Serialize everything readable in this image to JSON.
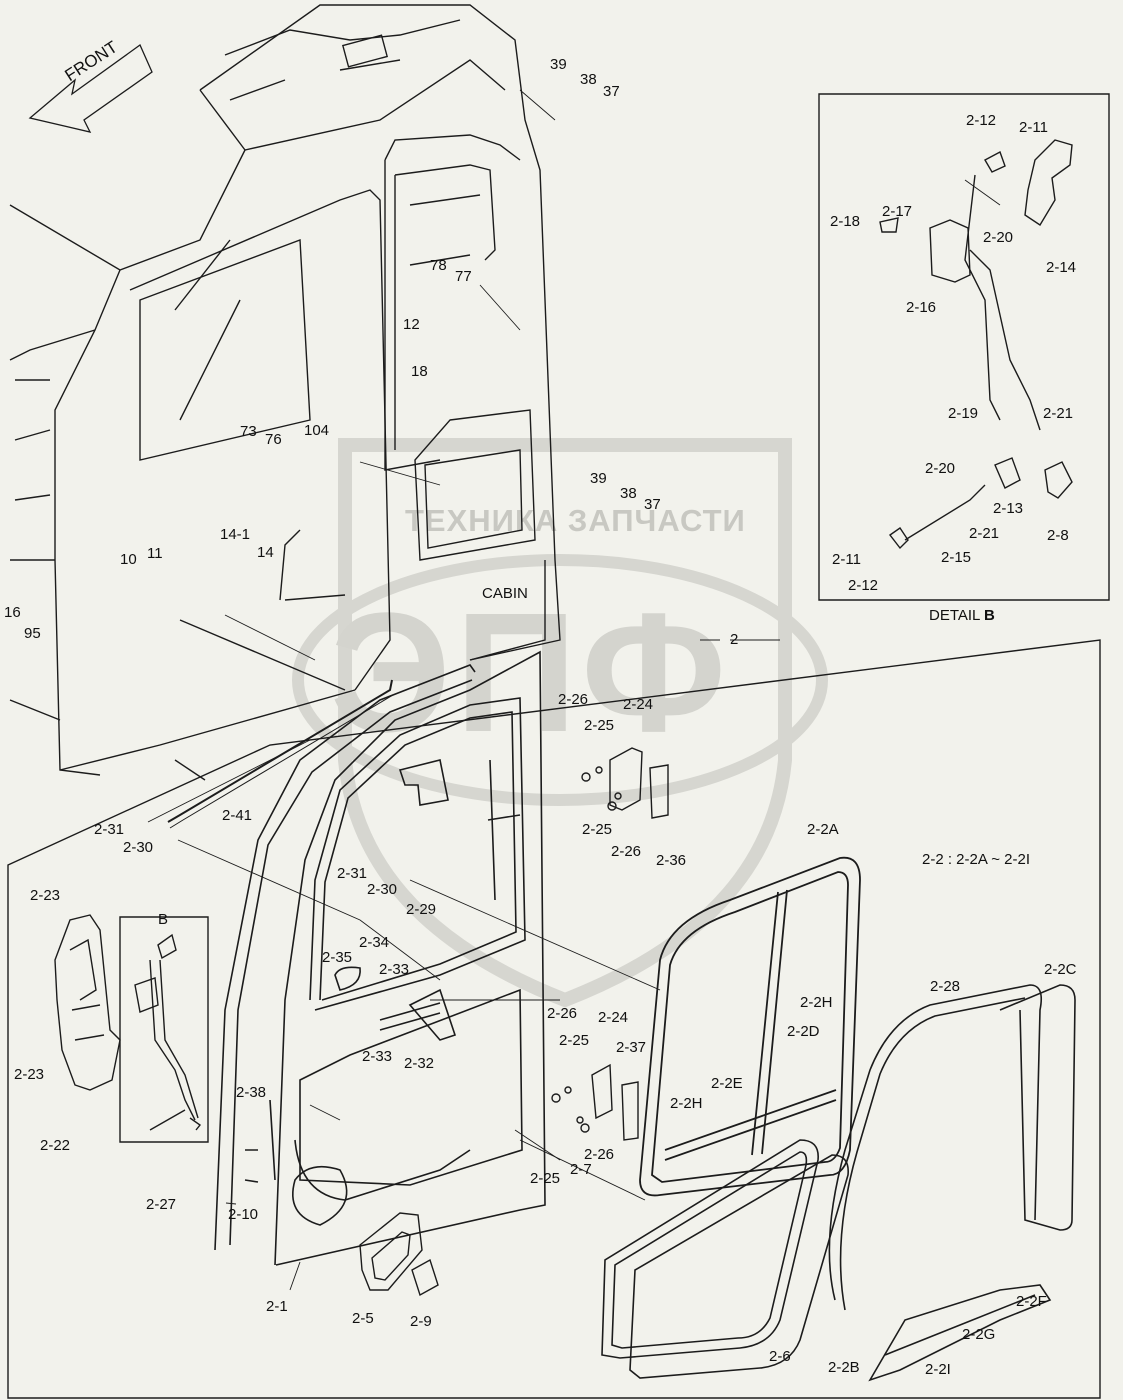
{
  "watermark": {
    "logo_text": "ЭПФ",
    "brand_text": "ТЕХНИКА ЗАПЧАСТИ"
  },
  "arrow": {
    "label": "FRONT"
  },
  "captions": {
    "cabin": "CABIN",
    "detail_prefix": "DETAIL",
    "detail_letter": "B",
    "inset_b": "B",
    "group_2": "2",
    "range_note": "2-2 : 2-2A ~ 2-2I"
  },
  "cabin_labels": [
    "39",
    "38",
    "37",
    "78",
    "77",
    "12",
    "18",
    "104",
    "73",
    "76",
    "14-1",
    "14",
    "39",
    "38",
    "37",
    "10",
    "11",
    "16",
    "95"
  ],
  "detail_labels": [
    "2-12",
    "2-11",
    "2-17",
    "2-18",
    "2-20",
    "2-14",
    "2-16",
    "2-19",
    "2-21",
    "2-20",
    "2-13",
    "2-21",
    "2-8",
    "2-11",
    "2-15",
    "2-12"
  ],
  "door_labels": [
    "2-26",
    "2-24",
    "2-25",
    "2-25",
    "2-26",
    "2-36",
    "2-41",
    "2-31",
    "2-30",
    "2-31",
    "2-30",
    "2-29",
    "2-35",
    "2-34",
    "2-33",
    "2-33",
    "2-32",
    "2-26",
    "2-24",
    "2-25",
    "2-37",
    "2-26",
    "2-25",
    "2-38",
    "2-27",
    "2-10",
    "2-1",
    "2-5",
    "2-9",
    "2-23",
    "2-23",
    "2-22"
  ],
  "glass_labels": [
    "2-2A",
    "2-2H",
    "2-2D",
    "2-2E",
    "2-2H",
    "2-28",
    "2-2C",
    "2-7",
    "2-6",
    "2-2F",
    "2-2G",
    "2-2B",
    "2-2I"
  ]
}
